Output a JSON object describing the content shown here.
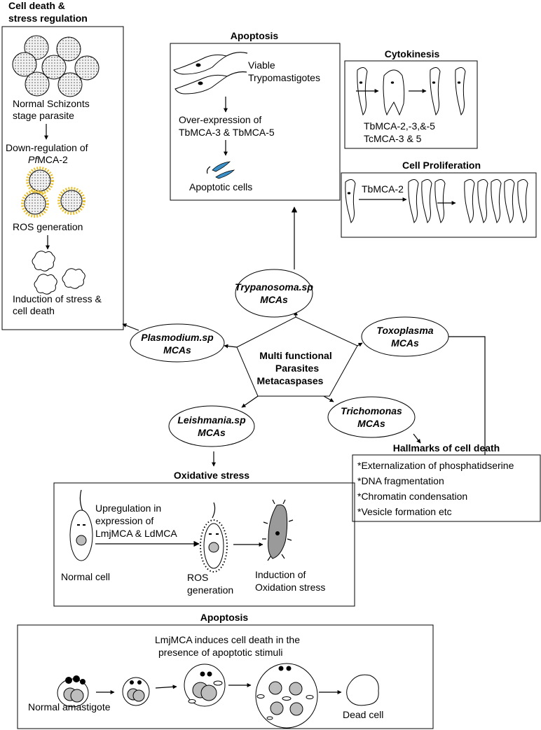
{
  "center": {
    "line1": "Multi functional",
    "line2": "Parasites",
    "line3": "Metacaspases"
  },
  "nodes": {
    "trypanosoma": {
      "name": "Trypanosoma.sp",
      "suffix": "MCAs"
    },
    "plasmodium": {
      "name": "Plasmodium.sp",
      "suffix": "MCAs"
    },
    "toxoplasma": {
      "name": "Toxoplasma",
      "suffix": "MCAs"
    },
    "leishmania": {
      "name": "Leishmania.sp",
      "suffix": "MCAs"
    },
    "trichomonas": {
      "name": "Trichomonas",
      "suffix": "MCAs"
    }
  },
  "cell_death_panel": {
    "title_line1": "Cell death &",
    "title_line2": "stress regulation",
    "normal_line1": "Normal Schizonts",
    "normal_line2": "stage parasite",
    "down_line1": "Down-regulation of",
    "down_prefix": "Pf",
    "down_suffix": "MCA-2",
    "ros": "ROS generation",
    "induction_line1": "Induction of stress &",
    "induction_line2": "cell death"
  },
  "apoptosis_top": {
    "title": "Apoptosis",
    "viable_line1": "Viable",
    "viable_line2": "Trypomastigotes",
    "over_line1": "Over-expression of",
    "over_line2": "TbMCA-3 & TbMCA-5",
    "apoptotic": "Apoptotic cells"
  },
  "cytokinesis": {
    "title": "Cytokinesis",
    "line1": "TbMCA-2,-3,&-5",
    "line2": "TcMCA-3 & 5"
  },
  "cell_proliferation": {
    "title": "Cell Proliferation",
    "label": "TbMCA-2"
  },
  "hallmarks": {
    "title": "Hallmarks of cell death",
    "items": [
      "*Externalization of phosphatidserine",
      "*DNA fragmentation",
      "*Chromatin condensation",
      "*Vesicle formation etc"
    ]
  },
  "oxidative": {
    "title": "Oxidative stress",
    "up_line1": "Upregulation in",
    "up_line2": "expression of",
    "up_line3": "LmjMCA & LdMCA",
    "normal": "Normal cell",
    "ros_line1": "ROS",
    "ros_line2": "generation",
    "ind_line1": "Induction of",
    "ind_line2": "Oxidation stress"
  },
  "apoptosis_bottom": {
    "title": "Apoptosis",
    "line1": "LmjMCA induces cell death in the",
    "line2": "presence of apoptotic stimuli",
    "normal": "Normal amastigote",
    "dead": "Dead cell"
  },
  "colors": {
    "ros_halo": "#e8c233",
    "apoptotic_cell": "#3a8fc7",
    "stressed_cell": "#9a9a9a",
    "nucleus_grey": "#bdbdbd"
  }
}
